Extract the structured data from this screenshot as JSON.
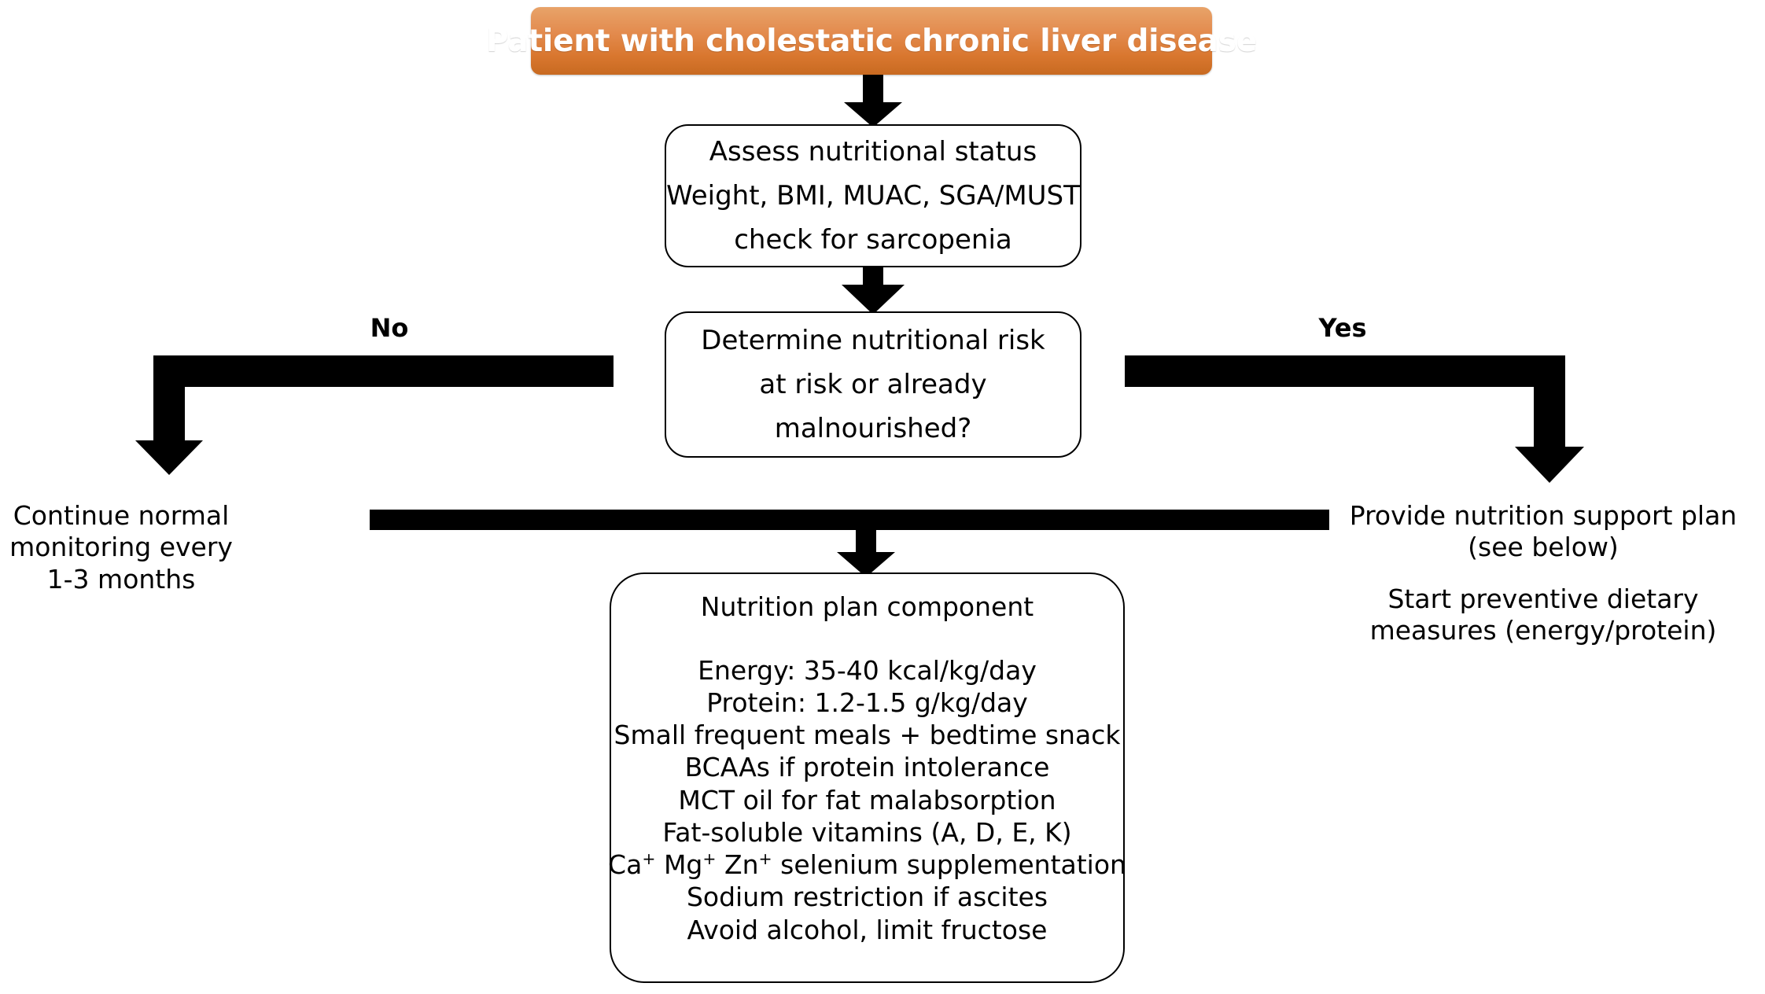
{
  "diagram": {
    "title_banner": {
      "label": "Patient with cholestatic chronic liver disease",
      "background_start": "#e8a369",
      "background_end": "#c86a21",
      "text_color": "#ffffff"
    },
    "nodes": {
      "assess": {
        "lines": [
          "Assess nutritional status",
          "Weight, BMI, MUAC, SGA/MUST",
          "check for sarcopenia"
        ]
      },
      "determine": {
        "lines": [
          "Determine nutritional risk",
          "at risk or already",
          "malnourished?"
        ]
      },
      "plan": {
        "heading": "Nutrition plan component",
        "items": [
          "Energy: 35-40 kcal/kg/day",
          "Protein: 1.2-1.5 g/kg/day",
          "Small frequent meals + bedtime snack",
          "BCAAs if protein intolerance",
          "MCT oil for fat malabsorption",
          "Fat-soluble vitamins (A, D, E, K)",
          "Ca+ Mg+ Zn+ selenium supplementation",
          "Sodium restriction if ascites",
          "Avoid alcohol, limit fructose"
        ],
        "item_supplements_prefix": [
          "Ca",
          "Mg",
          "Zn"
        ],
        "item_supplements_suffix": " selenium supplementation"
      }
    },
    "branches": {
      "no_label": "No",
      "yes_label": "Yes"
    },
    "outcomes": {
      "left": "Continue normal monitoring every 1-3 months",
      "right_primary": "Provide nutrition support plan (see below)",
      "right_secondary": "Start preventive dietary measures (energy/protein)"
    },
    "connectors": {
      "color": "#000000",
      "arrow_title_to_assess": "arrow-down-icon",
      "arrow_assess_to_determine": "arrow-down-icon",
      "elbow_no_branch": "elbow-arrow-left-down-icon",
      "elbow_yes_branch": "elbow-arrow-right-down-icon",
      "tee_to_plan": "tee-arrow-down-icon"
    }
  }
}
